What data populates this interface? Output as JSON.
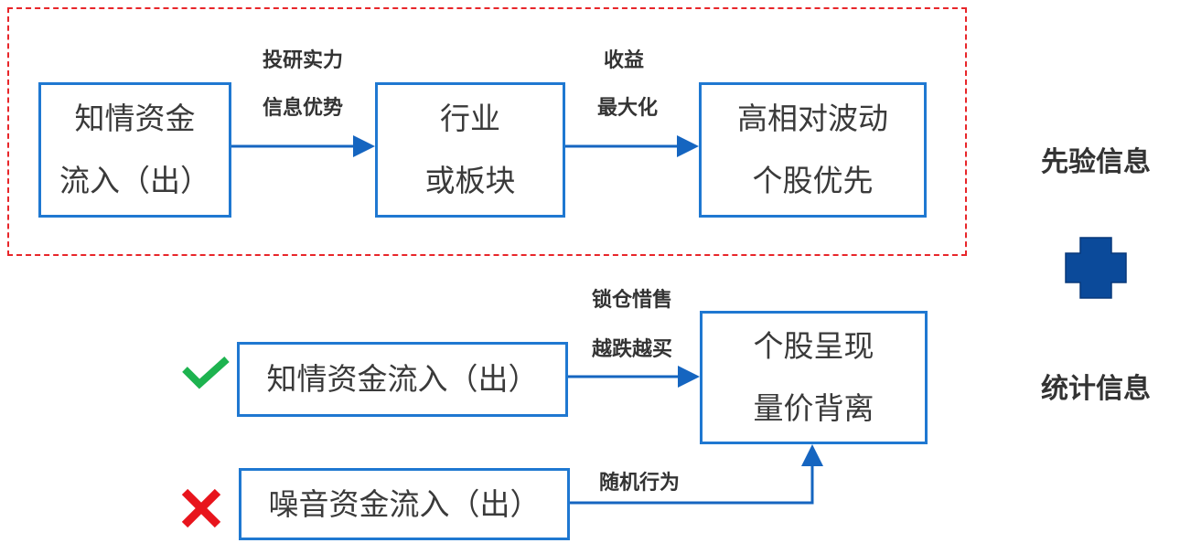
{
  "top_flow": {
    "box1": {
      "line1": "知情资金",
      "line2": "流入（出）"
    },
    "arrow1_label": {
      "line1": "投研实力",
      "line2": "信息优势"
    },
    "box2": {
      "line1": "行业",
      "line2": "或板块"
    },
    "arrow2_label": {
      "line1": "收益",
      "line2": "最大化"
    },
    "box3": {
      "line1": "高相对波动",
      "line2": "个股优先"
    }
  },
  "bottom_flow": {
    "informed_box": "知情资金流入（出）",
    "noise_box": "噪音资金流入（出）",
    "informed_label": {
      "line1": "锁仓惜售",
      "line2": "越跌越买"
    },
    "noise_label": "随机行为",
    "result_box": {
      "line1": "个股呈现",
      "line2": "量价背离"
    }
  },
  "side": {
    "prior": "先验信息",
    "stat": "统计信息"
  },
  "colors": {
    "box_border": "#1f78d1",
    "arrow": "#1565c0",
    "dash": "#e8262a",
    "plus": "#0b4a9a",
    "check": "#1db34f",
    "cross": "#e8141c"
  }
}
